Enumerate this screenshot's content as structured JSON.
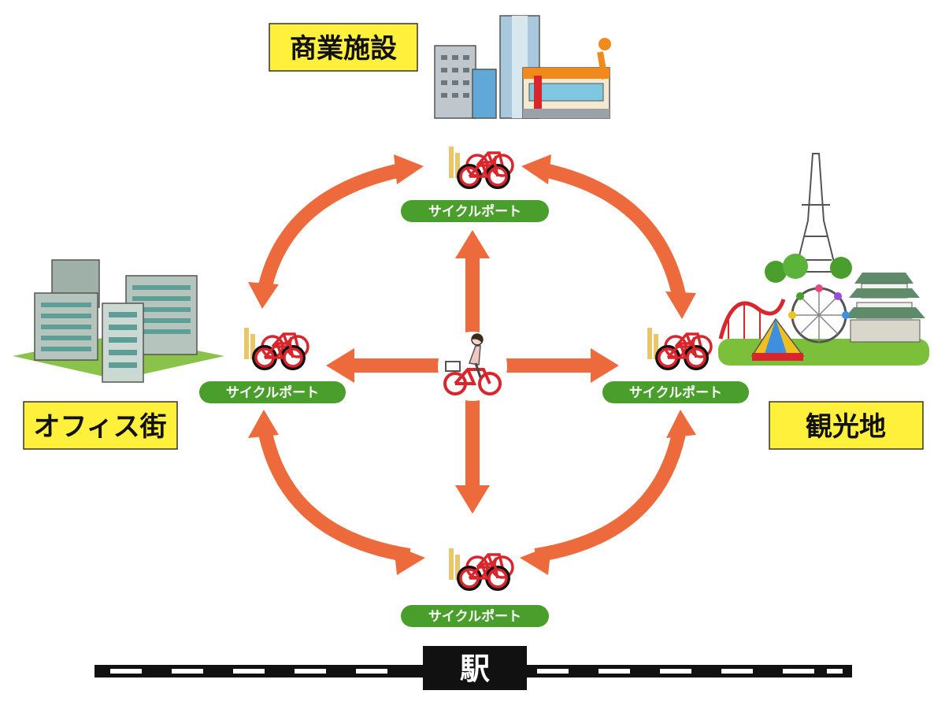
{
  "locations": {
    "commercial": "商業施設",
    "office": "オフィス街",
    "tourist": "観光地"
  },
  "ports": {
    "top": "サイクルポート",
    "left": "サイクルポート",
    "right": "サイクルポート",
    "bottom": "サイクルポート"
  },
  "station": "駅",
  "colors": {
    "arrow": "#ED6A3C",
    "label_yellow": "#FFF03C",
    "port_green": "#4A9E2B",
    "bike_red": "#D9262D",
    "rail_black": "#111111"
  },
  "icons": {
    "commercial": "commercial-buildings-icon",
    "office": "office-buildings-icon",
    "tourist": "tourist-spot-icon",
    "port_bike": "parked-bicycles-icon",
    "rider": "cyclist-icon"
  }
}
